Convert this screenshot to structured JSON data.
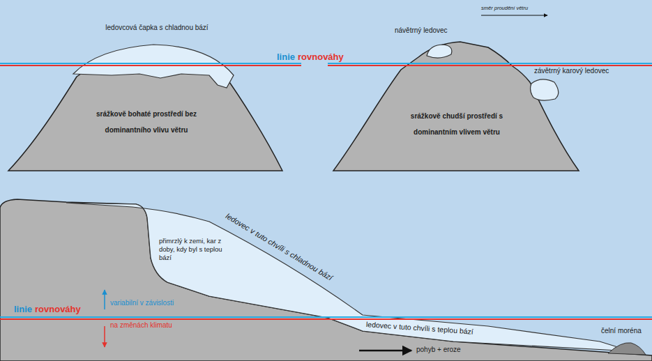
{
  "diagram": {
    "labels": [
      "ledovcová čapka s chladnou bází",
      "linie",
      "rovnováhy",
      "srážkově bohaté prostředí bez dominantního vlivu větru",
      "směr proudění větru",
      "návětrný ledovec",
      "závětrný karový ledovec",
      "srážkově chudší prostředí s dominantním vlivem větru",
      "ledovec v tuto chvíli s chladnou bází",
      "přimrzlý k zemi, kar z doby, kdy byl s teplou bází",
      "linie",
      "rovnováhy",
      "variabilní v závislosti",
      "na změnách klimatu",
      "ledovec v tuto chvíli s teplou bází",
      "čelní moréna",
      "pohyb + eroze"
    ]
  }
}
